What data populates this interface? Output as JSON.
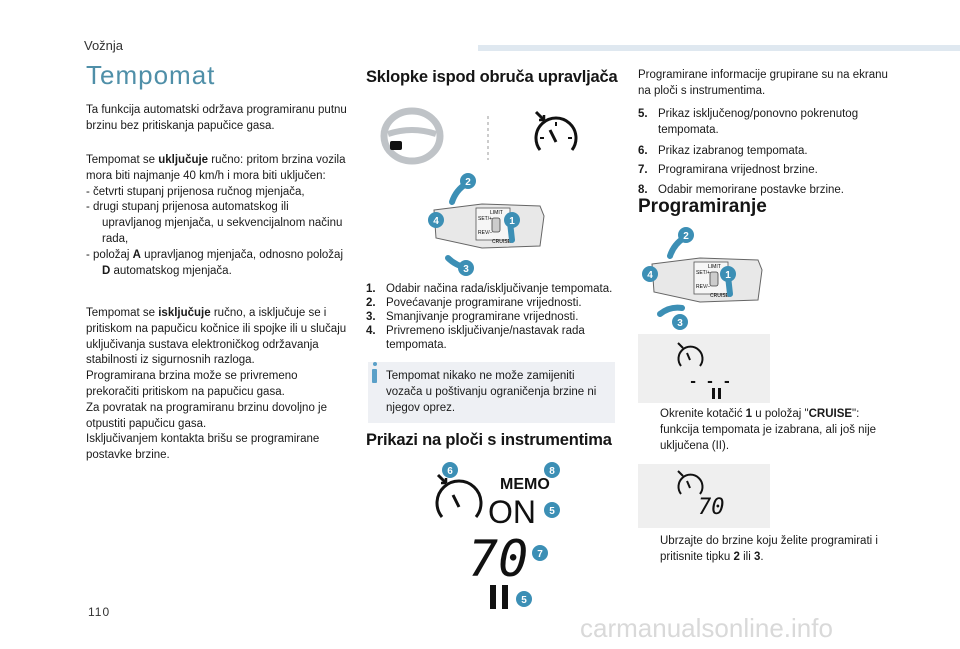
{
  "header": {
    "section": "Vožnja",
    "page_number": "110"
  },
  "watermark": "carmanualsonline.info",
  "col1": {
    "title": "Tempomat",
    "intro": "Ta funkcija automatski održava programiranu putnu brzinu bez pritiskanja papučice gasa.",
    "on_pre": "Tempomat se ",
    "on_bold": "uključuje",
    "on_post": " ručno: pritom brzina vozila mora biti najmanje 40 km/h i mora biti uključen:",
    "conditions": [
      "-  četvrti stupanj prijenosa ručnog mjenjača,",
      "-  drugi stupanj prijenosa automatskog ili upravljanog mjenjača, u sekvencijalnom načinu rada,"
    ],
    "cond3_pre": "-  položaj ",
    "cond3_a": "A",
    "cond3_mid": " upravljanog mjenjača, odnosno položaj ",
    "cond3_d": "D",
    "cond3_post": " automatskog mjenjača.",
    "off_pre": "Tempomat se ",
    "off_bold": "isključuje",
    "off_post": " ručno, a isključuje se i pritiskom na papučicu kočnice ili spojke ili u slučaju uključivanja sustava elektroničkog održavanja stabilnosti iz sigurnosnih razloga.",
    "off_line2": "Programirana brzina može se privremeno prekoračiti pritiskom na papučicu gasa.",
    "off_line3": "Za povratak na programiranu brzinu dovoljno je otpustiti papučicu gasa.",
    "off_line4": "Isključivanjem kontakta brišu se programirane postavke brzine."
  },
  "col2": {
    "title": "Sklopke ispod obruča upravljača",
    "diagram": {
      "labels": [
        "SET/+",
        "LIMIT",
        "REV/−",
        "CRUISE"
      ],
      "callouts": [
        "1",
        "2",
        "3",
        "4"
      ]
    },
    "items": [
      {
        "num": "1.",
        "text": "Odabir načina rada/isključivanje tempomata."
      },
      {
        "num": "2.",
        "text": "Povećavanje programirane vrijednosti."
      },
      {
        "num": "3.",
        "text": "Smanjivanje programirane vrijednosti."
      },
      {
        "num": "4.",
        "text": "Privremeno isključivanje/nastavak rada tempomata."
      }
    ],
    "note": "Tempomat nikako ne može zamijeniti vozača u poštivanju ograničenja brzine ni njegov oprez.",
    "title2": "Prikazi na ploči s instrumentima",
    "display": {
      "memo": "MEMO",
      "on": "ON",
      "speed": "70",
      "pause": "II",
      "callouts": [
        "6",
        "8",
        "5",
        "7",
        "5"
      ]
    }
  },
  "col3": {
    "intro": "Programirane informacije grupirane su na ekranu na ploči s instrumentima.",
    "items": [
      {
        "num": "5.",
        "text": "Prikaz isključenog/ponovno pokrenutog tempomata."
      },
      {
        "num": "6.",
        "text": "Prikaz izabranog tempomata."
      },
      {
        "num": "7.",
        "text": "Programirana vrijednost brzine."
      },
      {
        "num": "8.",
        "text": "Odabir memorirane postavke brzine."
      }
    ],
    "title": "Programiranje",
    "diagram": {
      "labels": [
        "SET/+",
        "LIMIT",
        "REV/−",
        "CRUISE"
      ],
      "callouts": [
        "1",
        "2",
        "3",
        "4"
      ]
    },
    "panel1": {
      "dashes": "- - -",
      "pause": "II"
    },
    "step1_sym": "",
    "step1_pre": "Okrenite kotačić ",
    "step1_b1": "1",
    "step1_mid": " u položaj \"",
    "step1_b2": "CRUISE",
    "step1_post": "\": funkcija tempomata je izabrana, ali još nije uključena (II).",
    "panel2": {
      "speed": "70"
    },
    "step2_sym": "",
    "step2_pre": "Ubrzajte do brzine koju želite programirati i pritisnite tipku ",
    "step2_b1": "2",
    "step2_mid": " ili ",
    "step2_b2": "3",
    "step2_post": "."
  },
  "colors": {
    "accent_blue": "#4f8fa8",
    "callout_blue": "#3c8fb5",
    "note_bg": "#eef0f4",
    "panel_bg": "#efefef"
  }
}
